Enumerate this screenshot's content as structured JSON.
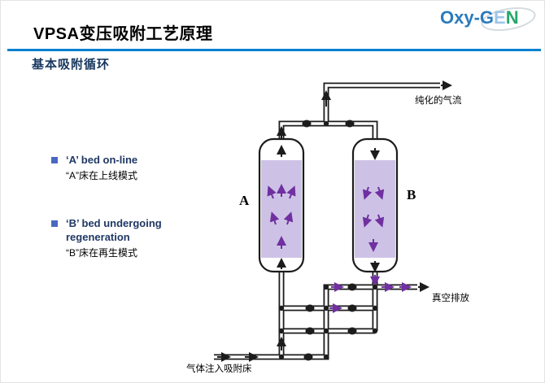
{
  "logo": {
    "oxy": "Oxy-",
    "g": "G",
    "e": "E",
    "n": "N"
  },
  "title": "VPSA变压吸附工艺原理",
  "section_heading": "基本吸附循环",
  "bullets": [
    {
      "heading": "‘A’ bed on-line",
      "sub": "“A”床在上线模式"
    },
    {
      "heading": "‘B’ bed undergoing regeneration",
      "sub": "“B”床在再生模式"
    }
  ],
  "diagram": {
    "bed_a": "A",
    "bed_b": "B",
    "purified_stream": "纯化的气流",
    "vacuum_exhaust": "真空排放",
    "feed_gas": "气体注入吸附床"
  },
  "colors": {
    "accent_rule": "#0080D0",
    "bed_fill": "#CDC2E6",
    "flow_purple": "#7030A0",
    "heading_navy": "#17375E",
    "bullet_blue": "#4a68c0"
  }
}
